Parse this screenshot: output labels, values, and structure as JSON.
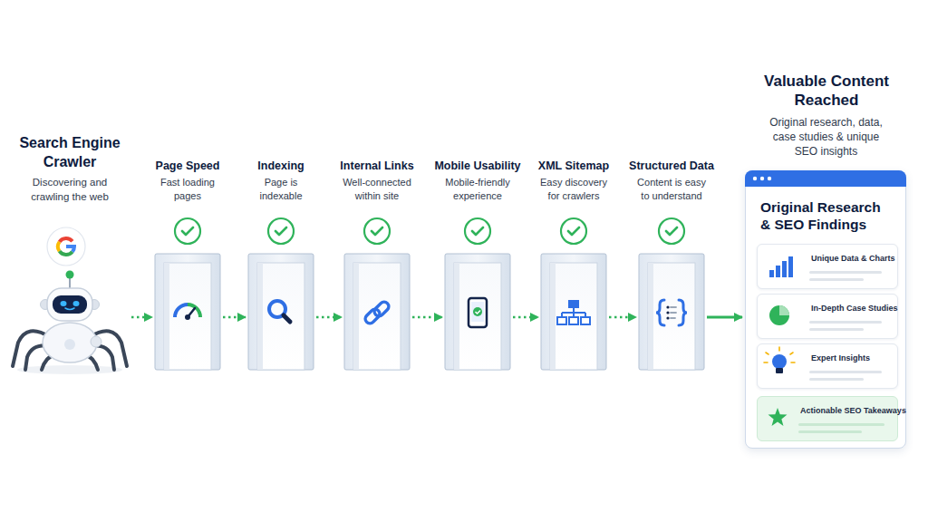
{
  "diagram": {
    "nodes": [
      {
        "text": [
          "Search Engine Crawler",
          "Discovering and crawling the web"
        ]
      },
      {
        "text": [
          "Page Speed",
          "Fast loading pages"
        ]
      },
      {
        "text": [
          "Indexing",
          "Page is indexable"
        ]
      },
      {
        "text": [
          "Internal Links",
          "Well-connected within site"
        ]
      },
      {
        "text": [
          "Mobile Usability",
          "Mobile-friendly experience"
        ]
      },
      {
        "text": [
          "XML Sitemap",
          "Easy discovery for crawlers"
        ]
      },
      {
        "text": [
          "Structured Data",
          "Content is easy to understand"
        ]
      },
      {
        "text": [
          "Valuable Content Reached",
          "Original research, data, case studies & unique SEO insights",
          "Original Research & SEO Findings"
        ]
      },
      {
        "text": [
          "Unique Data & Charts"
        ],
        "in": 7
      },
      {
        "text": [
          "In-Depth Case Studies"
        ],
        "in": 7
      },
      {
        "text": [
          "Expert Insights"
        ],
        "in": 7
      },
      {
        "text": [
          "Actionable SEO Takeaways"
        ],
        "in": 7
      }
    ],
    "edges": [
      {
        "from": 0,
        "to": 1,
        "arrow": "to"
      },
      {
        "from": 1,
        "to": 2,
        "arrow": "to"
      },
      {
        "from": 2,
        "to": 3,
        "arrow": "to"
      },
      {
        "from": 3,
        "to": 4,
        "arrow": "to"
      },
      {
        "from": 4,
        "to": 5,
        "arrow": "to"
      },
      {
        "from": 5,
        "to": 6,
        "arrow": "to"
      },
      {
        "from": 6,
        "to": 7,
        "arrow": "to"
      }
    ]
  }
}
